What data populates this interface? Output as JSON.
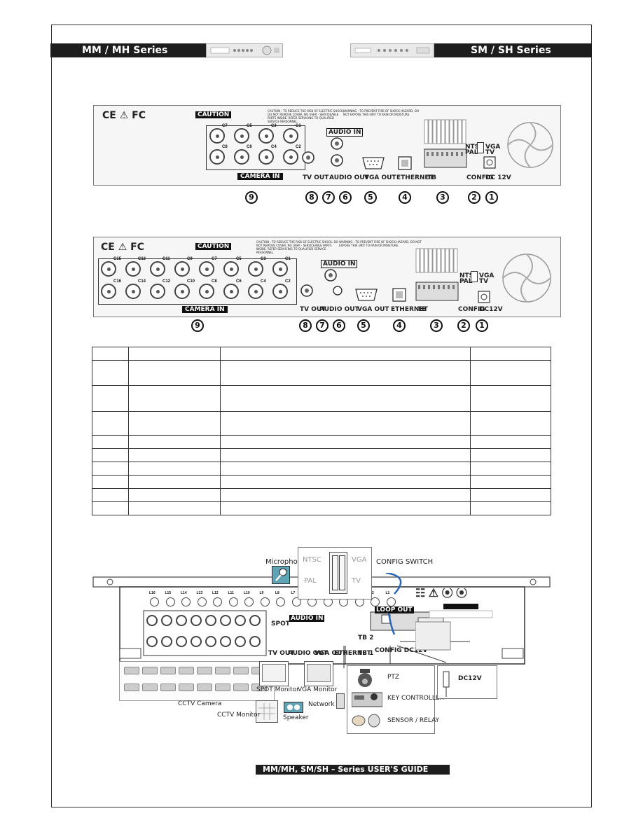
{
  "header": {
    "left_series": "MM / MH Series",
    "right_series": "SM / SH Series"
  },
  "rear_panel_8ch": {
    "certifications": "CE  ⚠  FC",
    "caution_label": "CAUTION",
    "caution_text": "CAUTION : TO REDUCE THE RISK OF ELECTRIC SHOCK, DO NOT REMOVE COVER. NO USER - SERVICEABLE PARTS INSIDE. REFER SERVICING TO QUALIFIED SERVICE PERSONNEL.",
    "warning_text": "WARNING : TO PREVENT FIRE OF SHOCK HAZARD, DO NOT EXPOSE THIS UNIT TO RAIN OR MOISTURE.",
    "cameras_top": [
      "C7",
      "C5",
      "C3",
      "C1"
    ],
    "cameras_bottom": [
      "C8",
      "C6",
      "C4",
      "C2"
    ],
    "camera_in": "CAMERA IN",
    "audio_in": "AUDIO IN",
    "tv_out": "TV OUT",
    "audio_out": "AUDIO OUT",
    "vga_out": "VGA OUT",
    "ethernet": "ETHERNET",
    "tb": "TB",
    "config": "CONFIG",
    "dc": "DC 12V",
    "ntsc": "NTSC",
    "pal": "PAL",
    "vga": "VGA",
    "tv": "TV",
    "markers": [
      "9",
      "8",
      "7",
      "6",
      "5",
      "4",
      "3",
      "2",
      "1"
    ]
  },
  "rear_panel_16ch": {
    "certifications": "CE  ⚠  FC",
    "caution_label": "CAUTION",
    "caution_text": "CAUTION : TO REDUCE THE RISK OF ELECTRIC SHOCK, DO NOT REMOVE COVER. NO USER - SERVICEABLE PARTS INSIDE. REFER SERVICING TO QUALIFIED SERVICE PERSONNEL.",
    "warning_text": "WARNING : TO PREVENT FIRE OF SHOCK HAZARD, DO NOT EXPOSE THIS UNIT TO RAIN OR MOISTURE.",
    "cameras_top": [
      "C15",
      "C13",
      "C11",
      "C9",
      "C7",
      "C5",
      "C3",
      "C1"
    ],
    "cameras_bottom": [
      "C16",
      "C14",
      "C12",
      "C10",
      "C8",
      "C6",
      "C4",
      "C2"
    ],
    "camera_in": "CAMERA IN",
    "audio_in": "AUDIO IN",
    "tv_out": "TV OUT",
    "audio_out": "AUDIO OUT",
    "vga_out": "VGA OUT",
    "ethernet": "ETHERNET",
    "tb": "TB",
    "config": "CONFIG",
    "dc": "DC12V",
    "ntsc": "NTSC",
    "pal": "PAL",
    "vga": "VGA",
    "tv": "TV",
    "markers": [
      "9",
      "8",
      "7",
      "6",
      "5",
      "4",
      "3",
      "2",
      "1"
    ]
  },
  "table": {
    "row_count": 10
  },
  "connection_diagram": {
    "microphone": "Microphone",
    "config_switch": "CONFIG SWITCH",
    "ntsc": "NTSC",
    "pal": "PAL",
    "vga": "VGA",
    "tv": "TV",
    "loops_top": [
      "L16",
      "L15",
      "L14",
      "L13",
      "L12",
      "L11",
      "L10",
      "L9",
      "L8",
      "L7",
      "L6",
      "L5",
      "L4",
      "L3",
      "L2",
      "L1"
    ],
    "spot": "SPOT",
    "audio_in": "AUDIO IN",
    "tv_out": "TV OUT",
    "audio_out": "AUDIO OUT",
    "vga_out": "VGA OUT",
    "ethernet": "ETHERNET",
    "tb2": "TB 2",
    "tb1": "TB 1",
    "config_dc": "CONFIG DC12V",
    "loop_out": "LOOP OUT",
    "dc12v": "DC12V",
    "cctv_camera": "CCTV Camera",
    "spot_monitor": "SPOT Monitor",
    "vga_monitor": "VGA Monitor",
    "network": "Network",
    "cctv_monitor": "CCTV Monitor",
    "speaker": "Speaker",
    "ptz": "PTZ",
    "key_controller": "KEY CONTROLLER",
    "sensor_relay": "SENSOR / RELAY"
  },
  "footer": {
    "guide_title": "MM/MH,  SM/SH – Series USER'S GUIDE"
  },
  "colors": {
    "bar": "#1d1d1d",
    "marker_border": "#111111",
    "lead": "#2a66b8",
    "panel": "#f6f6f6"
  }
}
